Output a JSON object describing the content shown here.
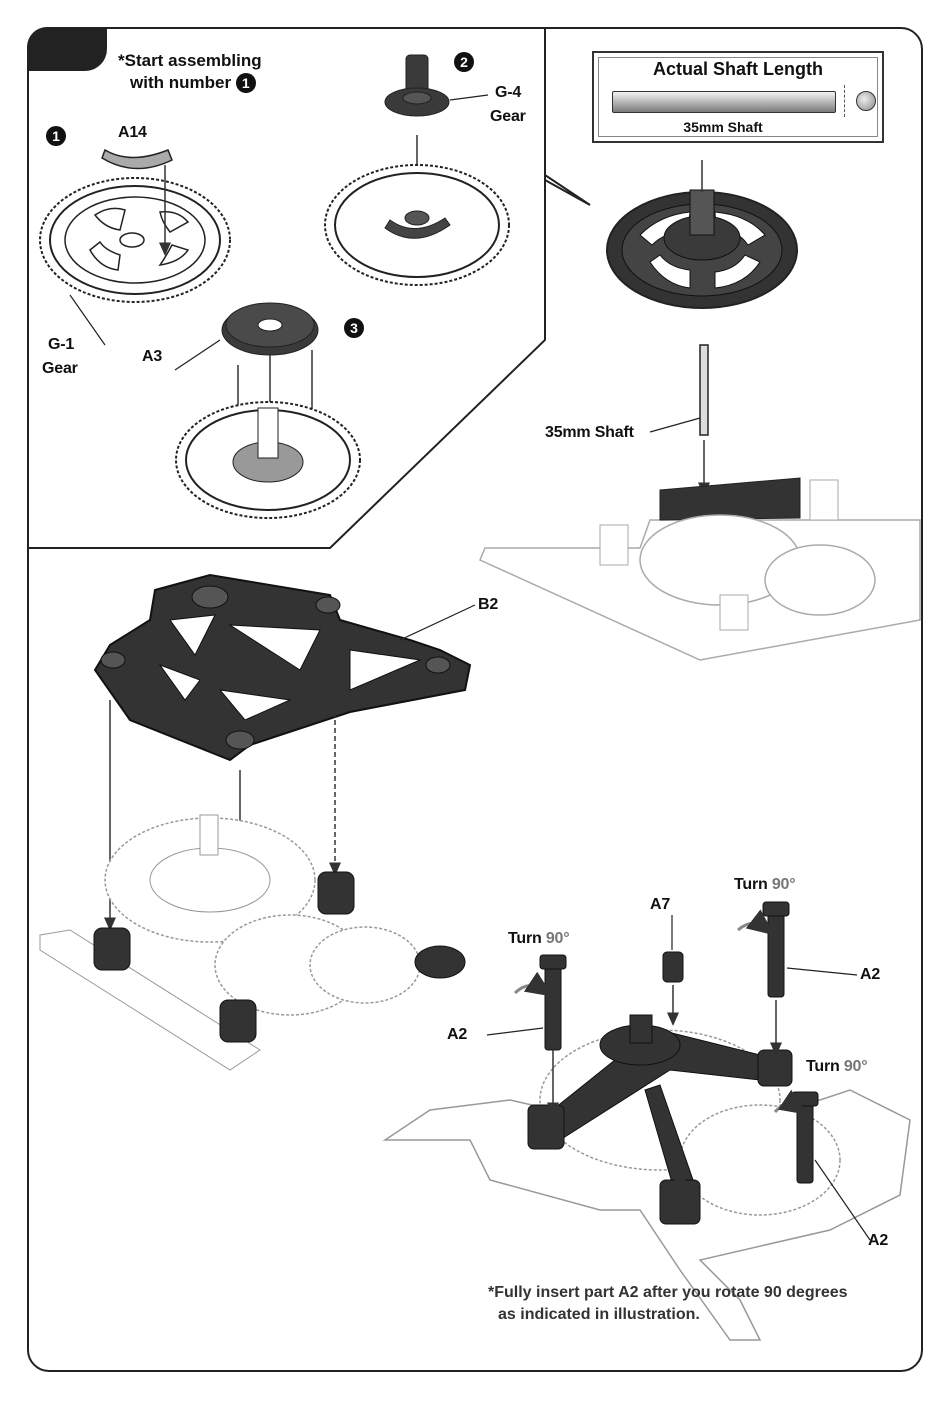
{
  "step1": {
    "note_line1": "*Start assembling",
    "note_line2": "with number",
    "note_number": "1",
    "sub1_number": "1",
    "sub2_number": "2",
    "sub3_number": "3",
    "label_a14": "A14",
    "label_g1_line1": "G-1",
    "label_g1_line2": "Gear",
    "label_g4_line1": "G-4",
    "label_g4_line2": "Gear",
    "label_a3": "A3"
  },
  "shaft_guide": {
    "title": "Actual Shaft Length",
    "caption": "35mm Shaft"
  },
  "step2": {
    "label_shaft": "35mm Shaft"
  },
  "step3": {
    "label_b2": "B2"
  },
  "step4": {
    "label_a7": "A7",
    "label_a2": "A2",
    "turn_word": "Turn",
    "turn_degrees": "90°",
    "footnote_line1": "*Fully insert part A2 after you rotate 90 degrees",
    "footnote_line2": "as indicated in illustration."
  },
  "colors": {
    "dark_part": "#2f2f2f",
    "light_part": "#ffffff",
    "outline": "#222222",
    "mid_grey": "#9a9a9a"
  }
}
